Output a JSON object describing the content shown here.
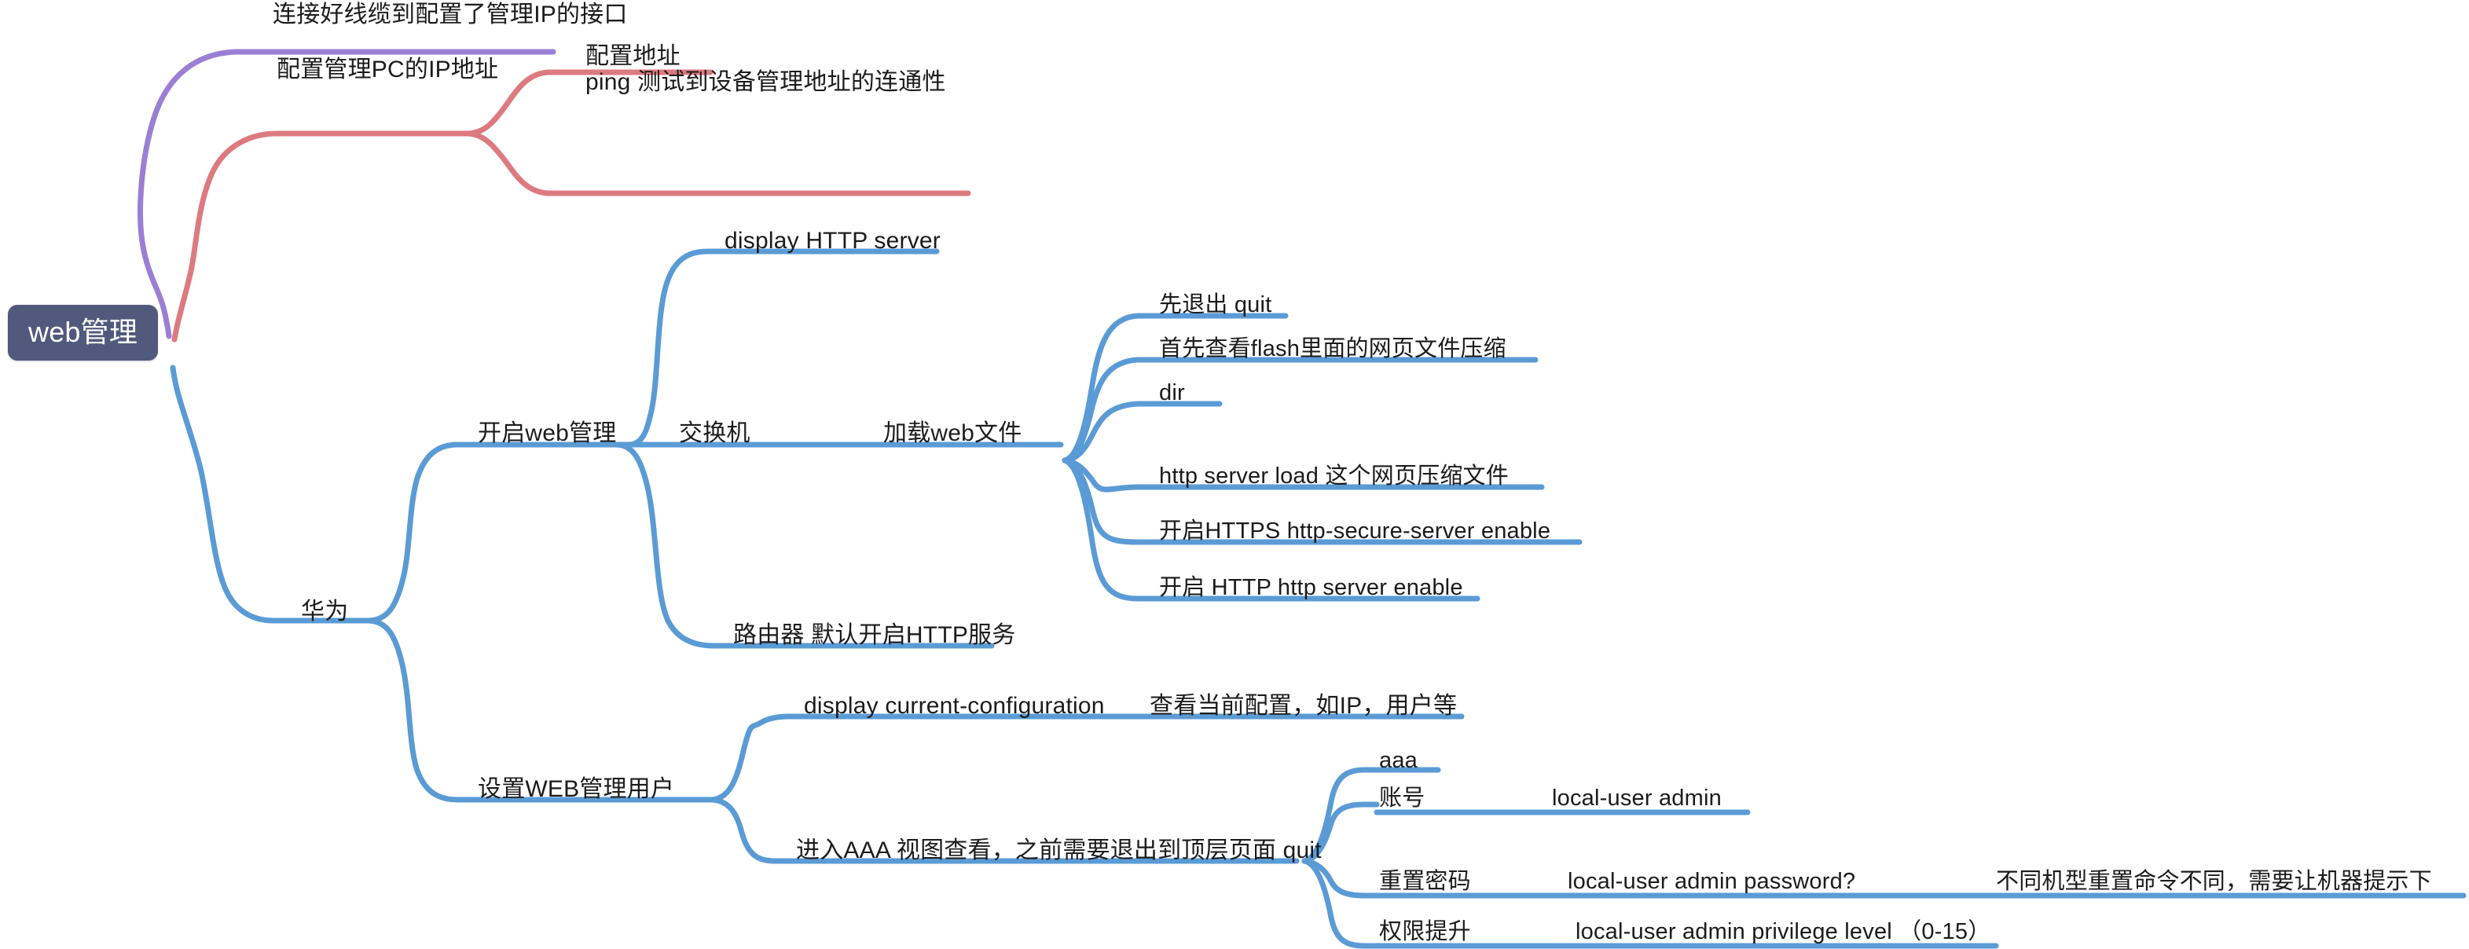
{
  "mindmap": {
    "root": {
      "label": "web管理"
    },
    "colors": {
      "root_bg": "#515A7D",
      "root_text": "#ffffff",
      "branch_purple": "#9B7FD4",
      "branch_salmon": "#DD7A80",
      "branch_blue": "#5B9BD5",
      "text": "#1b1b1b",
      "background": "#ffffff"
    },
    "branches": [
      {
        "id": "b1",
        "color": "#9B7FD4",
        "label": "连接好线缆到配置了管理IP的接口",
        "children": []
      },
      {
        "id": "b2",
        "color": "#DD7A80",
        "label": "配置管理PC的IP地址",
        "children": [
          {
            "id": "b2c1",
            "label": "配置地址"
          },
          {
            "id": "b2c2",
            "label": "ping 测试到设备管理地址的连通性"
          }
        ]
      },
      {
        "id": "b3",
        "color": "#5B9BD5",
        "label": "华为",
        "children": [
          {
            "id": "b3c1",
            "label": "开启web管理",
            "children": [
              {
                "id": "b3c1g1",
                "label": "交换机",
                "children": [
                  {
                    "id": "b3c1g1h1",
                    "label": "display HTTP server"
                  },
                  {
                    "id": "b3c1g1h2",
                    "label": "加载web文件",
                    "children": [
                      {
                        "id": "l1",
                        "label": "先退出 quit"
                      },
                      {
                        "id": "l2",
                        "label": "首先查看flash里面的网页文件压缩"
                      },
                      {
                        "id": "l3",
                        "label": "dir"
                      },
                      {
                        "id": "l4",
                        "label": "http server load 这个网页压缩文件"
                      },
                      {
                        "id": "l5",
                        "label": "开启HTTPS    http-secure-server enable"
                      },
                      {
                        "id": "l6",
                        "label": "开启 HTTP http server enable"
                      }
                    ]
                  }
                ]
              },
              {
                "id": "b3c1g2",
                "label": "路由器 默认开启HTTP服务"
              }
            ]
          },
          {
            "id": "b3c2",
            "label": "设置WEB管理用户",
            "children": [
              {
                "id": "b3c2g1",
                "label": "display current-configuration",
                "children": [
                  {
                    "id": "m1",
                    "label": "查看当前配置，如IP，用户等"
                  }
                ]
              },
              {
                "id": "b3c2g2",
                "label": "进入AAA 视图查看，之前需要退出到顶层页面 quit",
                "children": [
                  {
                    "id": "n1",
                    "label": "aaa",
                    "children": []
                  },
                  {
                    "id": "n2",
                    "label": "账号",
                    "children": [
                      {
                        "id": "n2a",
                        "label": "local-user admin"
                      }
                    ]
                  },
                  {
                    "id": "n3",
                    "label": "重置密码",
                    "children": [
                      {
                        "id": "n3a",
                        "label": "local-user admin password?",
                        "children": [
                          {
                            "id": "n3a1",
                            "label": "不同机型重置命令不同，需要让机器提示下"
                          }
                        ]
                      }
                    ]
                  },
                  {
                    "id": "n4",
                    "label": "权限提升",
                    "children": [
                      {
                        "id": "n4a",
                        "label": "local-user admin privilege level （0-15）"
                      }
                    ]
                  }
                ]
              }
            ]
          }
        ]
      }
    ]
  }
}
